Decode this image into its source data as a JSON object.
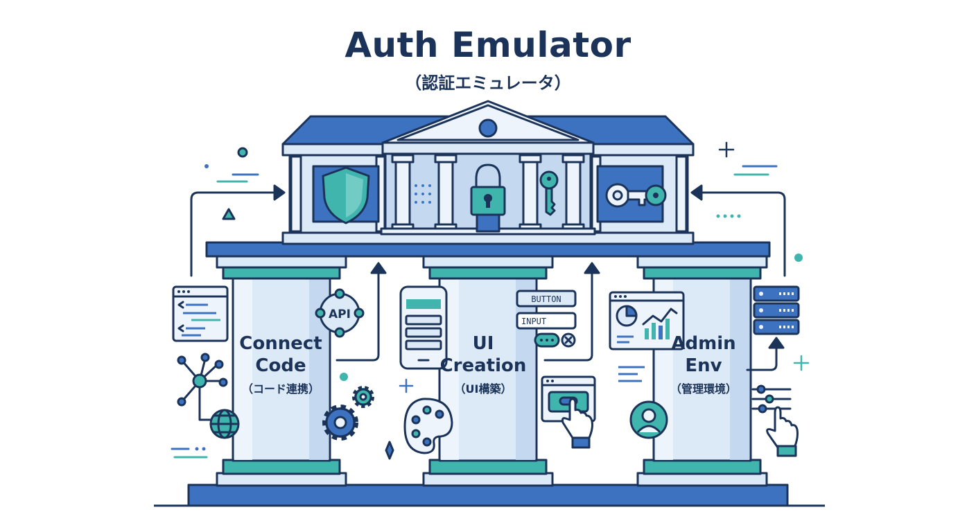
{
  "title": "Auth Emulator",
  "subtitle": "（認証エミュレータ）",
  "pillars": [
    {
      "line1": "Connect",
      "line2": "Code",
      "jp": "（コード連携）"
    },
    {
      "line1": "UI",
      "line2": "Creation",
      "jp": "（UI構築）"
    },
    {
      "line1": "Admin",
      "line2": "Env",
      "jp": "（管理環境）"
    }
  ],
  "widgets": {
    "api": "API",
    "button": "BUTTON",
    "input": "INPUT"
  },
  "colors": {
    "navy": "#1b3358",
    "blue": "#3d72c0",
    "light_blue": "#dce9f7",
    "teal": "#3fb5ad",
    "pale": "#eef4fb"
  },
  "icons": [
    "shield-icon",
    "padlock-icon",
    "key-icon",
    "code-window-icon",
    "api-icon",
    "network-icon",
    "globe-icon",
    "gear-icon",
    "mobile-app-icon",
    "palette-icon",
    "pointer-icon",
    "dashboard-icon",
    "server-icon",
    "user-icon",
    "sliders-icon"
  ]
}
